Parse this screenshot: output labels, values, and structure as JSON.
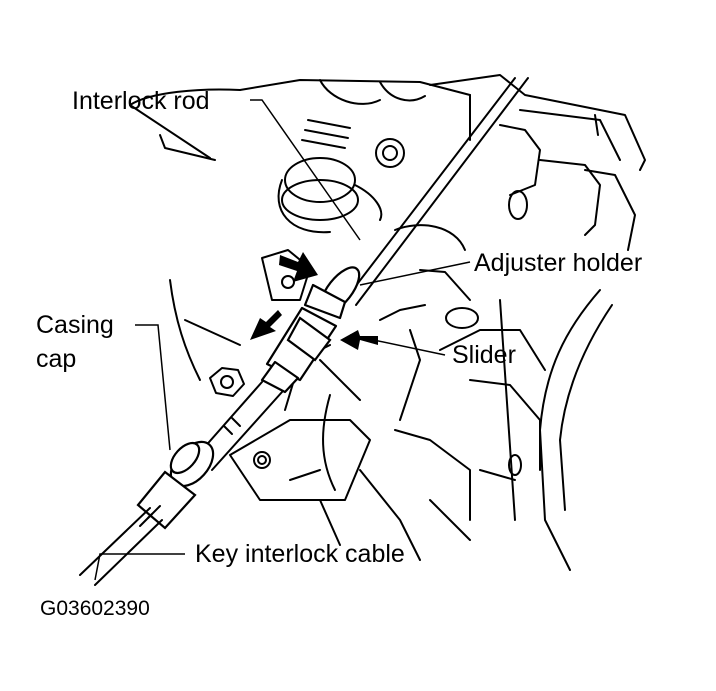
{
  "labels": {
    "interlock_rod": "Interlock rod",
    "adjuster_holder": "Adjuster holder",
    "casing_cap_line1": "Casing",
    "casing_cap_line2": "cap",
    "slider": "Slider",
    "key_interlock_cable": "Key interlock cable",
    "figure_code": "G03602390"
  },
  "colors": {
    "ink": "#000000",
    "paper": "#ffffff"
  }
}
